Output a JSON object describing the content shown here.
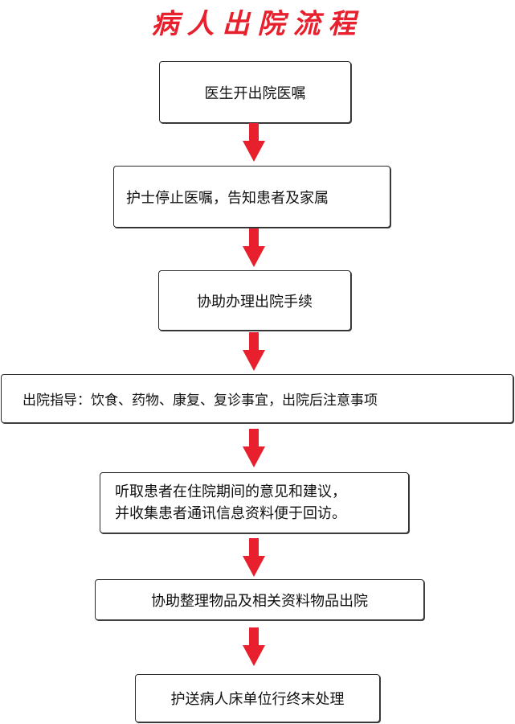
{
  "title": "病人出院流程",
  "steps": [
    {
      "text": "医生开出院医嘱"
    },
    {
      "text": "护士停止医嘱，告知患者及家属"
    },
    {
      "text": "协助办理出院手续"
    },
    {
      "text": "出院指导：饮食、药物、康复、复诊事宜，出院后注意事项"
    },
    {
      "line1": "听取患者在住院期间的意见和建议，",
      "line2": "并收集患者通讯信息资料便于回访。"
    },
    {
      "text": "协助整理物品及相关资料物品出院"
    },
    {
      "text": "护送病人床单位行终末处理"
    }
  ],
  "colors": {
    "title": "#e8202e",
    "arrow": "#e8202e",
    "border": "#2b2b2b"
  }
}
